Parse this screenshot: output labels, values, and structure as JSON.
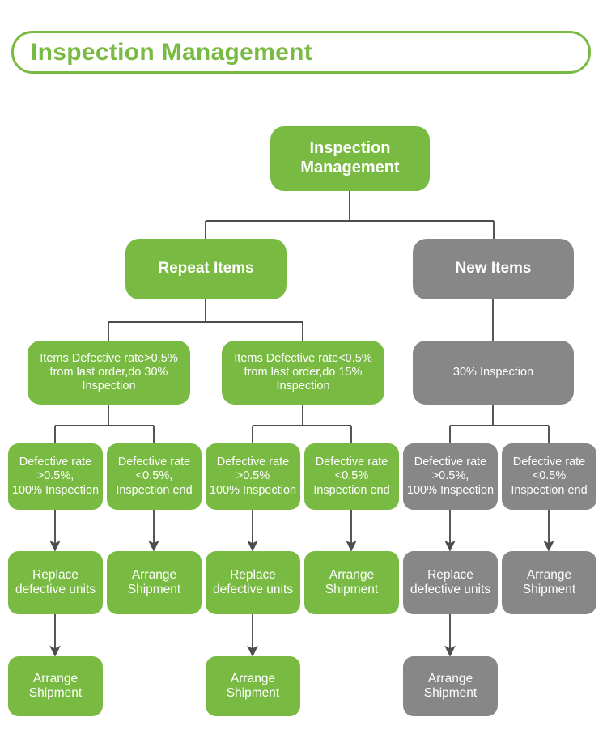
{
  "header": {
    "title": "Inspection Management",
    "accent_color": "#79bb42"
  },
  "colors": {
    "green": "#79bb42",
    "gray": "#878787",
    "connector": "#4d4d4d",
    "text_on_node": "#ffffff"
  },
  "chart_data": {
    "type": "diagram",
    "title": "Inspection Management",
    "nodes": [
      {
        "id": "root",
        "label": "Inspection Management",
        "color": "green",
        "level": 1
      },
      {
        "id": "b1",
        "label": "Repeat Items",
        "color": "green",
        "level": 2
      },
      {
        "id": "b2",
        "label": "New Items",
        "color": "gray",
        "level": 2
      },
      {
        "id": "r1",
        "label": "Items Defective rate>0.5% from last order,do 30% Inspection",
        "color": "green",
        "level": 3
      },
      {
        "id": "r2",
        "label": "Items Defective rate<0.5% from last order,do 15% Inspection",
        "color": "green",
        "level": 3
      },
      {
        "id": "r3",
        "label": "30% Inspection",
        "color": "gray",
        "level": 3
      },
      {
        "id": "d1",
        "label": "Defective rate >0.5%, 100% Inspection",
        "color": "green",
        "level": 4
      },
      {
        "id": "d2",
        "label": "Defective rate <0.5%, Inspection end",
        "color": "green",
        "level": 4
      },
      {
        "id": "d3",
        "label": "Defective rate >0.5% 100% Inspection",
        "color": "green",
        "level": 4
      },
      {
        "id": "d4",
        "label": "Defective rate <0.5% Inspection end",
        "color": "green",
        "level": 4
      },
      {
        "id": "d5",
        "label": "Defective rate >0.5%, 100% Inspection",
        "color": "gray",
        "level": 4
      },
      {
        "id": "d6",
        "label": "Defective rate <0.5% Inspection end",
        "color": "gray",
        "level": 4
      },
      {
        "id": "a1",
        "label": "Replace defective units",
        "color": "green",
        "level": 5
      },
      {
        "id": "a2",
        "label": "Arrange Shipment",
        "color": "green",
        "level": 5
      },
      {
        "id": "a3",
        "label": "Replace defective units",
        "color": "green",
        "level": 5
      },
      {
        "id": "a4",
        "label": "Arrange Shipment",
        "color": "green",
        "level": 5
      },
      {
        "id": "a5",
        "label": "Replace defective units",
        "color": "gray",
        "level": 5
      },
      {
        "id": "a6",
        "label": "Arrange Shipment",
        "color": "gray",
        "level": 5
      },
      {
        "id": "s1",
        "label": "Arrange Shipment",
        "color": "green",
        "level": 6
      },
      {
        "id": "s2",
        "label": "Arrange Shipment",
        "color": "green",
        "level": 6
      },
      {
        "id": "s3",
        "label": "Arrange Shipment",
        "color": "gray",
        "level": 6
      }
    ],
    "edges": [
      {
        "from": "root",
        "to": "b1",
        "arrow": false
      },
      {
        "from": "root",
        "to": "b2",
        "arrow": false
      },
      {
        "from": "b1",
        "to": "r1",
        "arrow": false
      },
      {
        "from": "b1",
        "to": "r2",
        "arrow": false
      },
      {
        "from": "b2",
        "to": "r3",
        "arrow": false
      },
      {
        "from": "r1",
        "to": "d1",
        "arrow": false
      },
      {
        "from": "r1",
        "to": "d2",
        "arrow": false
      },
      {
        "from": "r2",
        "to": "d3",
        "arrow": false
      },
      {
        "from": "r2",
        "to": "d4",
        "arrow": false
      },
      {
        "from": "r3",
        "to": "d5",
        "arrow": false
      },
      {
        "from": "r3",
        "to": "d6",
        "arrow": false
      },
      {
        "from": "d1",
        "to": "a1",
        "arrow": true
      },
      {
        "from": "d2",
        "to": "a2",
        "arrow": true
      },
      {
        "from": "d3",
        "to": "a3",
        "arrow": true
      },
      {
        "from": "d4",
        "to": "a4",
        "arrow": true
      },
      {
        "from": "d5",
        "to": "a5",
        "arrow": true
      },
      {
        "from": "d6",
        "to": "a6",
        "arrow": true
      },
      {
        "from": "a1",
        "to": "s1",
        "arrow": true
      },
      {
        "from": "a3",
        "to": "s2",
        "arrow": true
      },
      {
        "from": "a5",
        "to": "s3",
        "arrow": true
      }
    ]
  },
  "nodes": {
    "root": {
      "line1": "Inspection",
      "line2": "Management"
    },
    "b1": {
      "text": "Repeat Items"
    },
    "b2": {
      "text": "New Items"
    },
    "r1": {
      "line1": "Items Defective rate>0.5%",
      "line2": "from last order,do 30%",
      "line3": "Inspection"
    },
    "r2": {
      "line1": "Items Defective rate<0.5%",
      "line2": "from last order,do 15%",
      "line3": "Inspection"
    },
    "r3": {
      "text": "30% Inspection"
    },
    "d1": {
      "line1": "Defective rate",
      "line2": ">0.5%,",
      "line3": "100% Inspection"
    },
    "d2": {
      "line1": "Defective rate",
      "line2": "<0.5%,",
      "line3": "Inspection end"
    },
    "d3": {
      "line1": "Defective rate",
      "line2": ">0.5%",
      "line3": "100% Inspection"
    },
    "d4": {
      "line1": "Defective rate",
      "line2": "<0.5%",
      "line3": "Inspection end"
    },
    "d5": {
      "line1": "Defective rate",
      "line2": ">0.5%,",
      "line3": "100% Inspection"
    },
    "d6": {
      "line1": "Defective rate",
      "line2": "<0.5%",
      "line3": "Inspection end"
    },
    "a1": {
      "line1": "Replace",
      "line2": "defective units"
    },
    "a2": {
      "line1": "Arrange",
      "line2": "Shipment"
    },
    "a3": {
      "line1": "Replace",
      "line2": "defective units"
    },
    "a4": {
      "line1": "Arrange",
      "line2": "Shipment"
    },
    "a5": {
      "line1": "Replace",
      "line2": "defective units"
    },
    "a6": {
      "line1": "Arrange",
      "line2": "Shipment"
    },
    "s1": {
      "line1": "Arrange",
      "line2": "Shipment"
    },
    "s2": {
      "line1": "Arrange",
      "line2": "Shipment"
    },
    "s3": {
      "line1": "Arrange",
      "line2": "Shipment"
    }
  }
}
